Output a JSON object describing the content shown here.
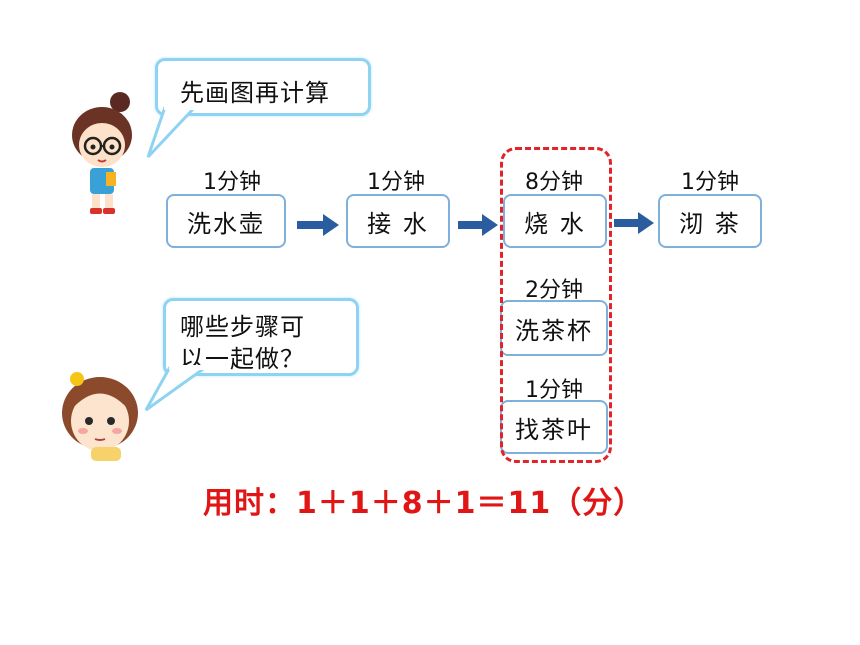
{
  "bubble_top": {
    "text": "先画图再计算"
  },
  "bubble_bottom": {
    "line1": "哪些步骤可",
    "line2": "以一起做？"
  },
  "steps": [
    {
      "time": "1分钟",
      "label": "洗水壶"
    },
    {
      "time": "1分钟",
      "label": "接 水"
    },
    {
      "time": "8分钟",
      "label": "烧 水"
    },
    {
      "time": "1分钟",
      "label": "沏 茶"
    },
    {
      "time": "2分钟",
      "label": "洗茶杯"
    },
    {
      "time": "1分钟",
      "label": "找茶叶"
    }
  ],
  "total": "用时：1＋1＋8＋1＝11（分）",
  "colors": {
    "bubble_border": "#8fd3f2",
    "box_border": "#7fb0dc",
    "arrow": "#2a5d9f",
    "accent_red": "#e0242a"
  }
}
